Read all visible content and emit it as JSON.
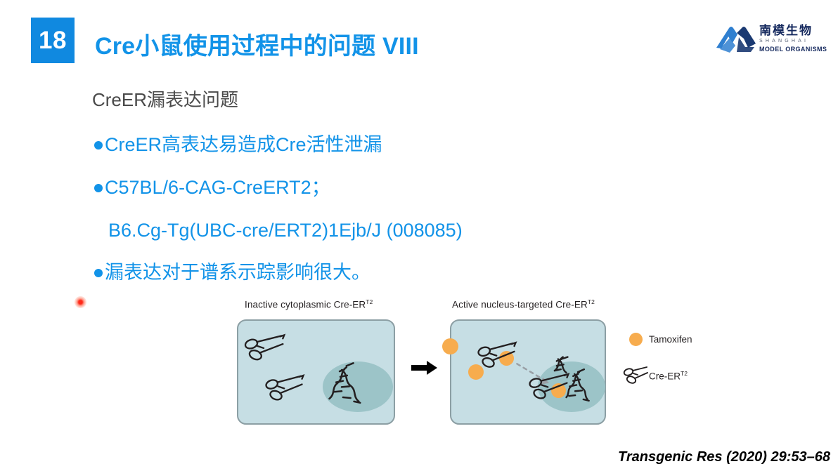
{
  "slide": {
    "number": "18",
    "title": "Cre小鼠使用过程中的问题 VIII",
    "accent_blue": "#1293e8",
    "badge_blue": "#1089e0",
    "subtitle_gray": "#4a4a4a"
  },
  "logo": {
    "cn_name": "南模生物",
    "en_line1": "SHANGHAI",
    "en_line2": "MODEL ORGANISMS",
    "mark_color_light": "#2f7fd0",
    "mark_color_dark": "#1b3a72",
    "text_color": "#15295e"
  },
  "body": {
    "subtitle": "CreER漏表达问题",
    "bullets": [
      {
        "text": "CreER高表达易造成Cre活性泄漏"
      },
      {
        "text": "C57BL/6-CAG-CreERT2；"
      },
      {
        "text": "漏表达对于谱系示踪影响很大。"
      }
    ],
    "sub_line": "B6.Cg-Tg(UBC-cre/ERT2)1Ejb/J (008085)"
  },
  "figure": {
    "caption_left_main": "Inactive cytoplasmic Cre-ER",
    "caption_left_sup": "T2",
    "caption_right_main": "Active nucleus-targeted Cre-ER",
    "caption_right_sup": "T2",
    "cell_fill": "#c6dee4",
    "cell_border": "#8c9fa4",
    "nucleus_fill": "#9cc4c8",
    "tamoxifen_color": "#f7ac4e",
    "scissors_color": "#231f20",
    "arrow_color": "#000000",
    "legend": [
      {
        "icon": "orange-circle-icon",
        "label_main": "Tamoxifen",
        "label_sup": ""
      },
      {
        "icon": "scissors-icon",
        "label_main": "Cre-ER",
        "label_sup": "T2"
      }
    ]
  },
  "citation": "Transgenic Res (2020) 29:53–68"
}
